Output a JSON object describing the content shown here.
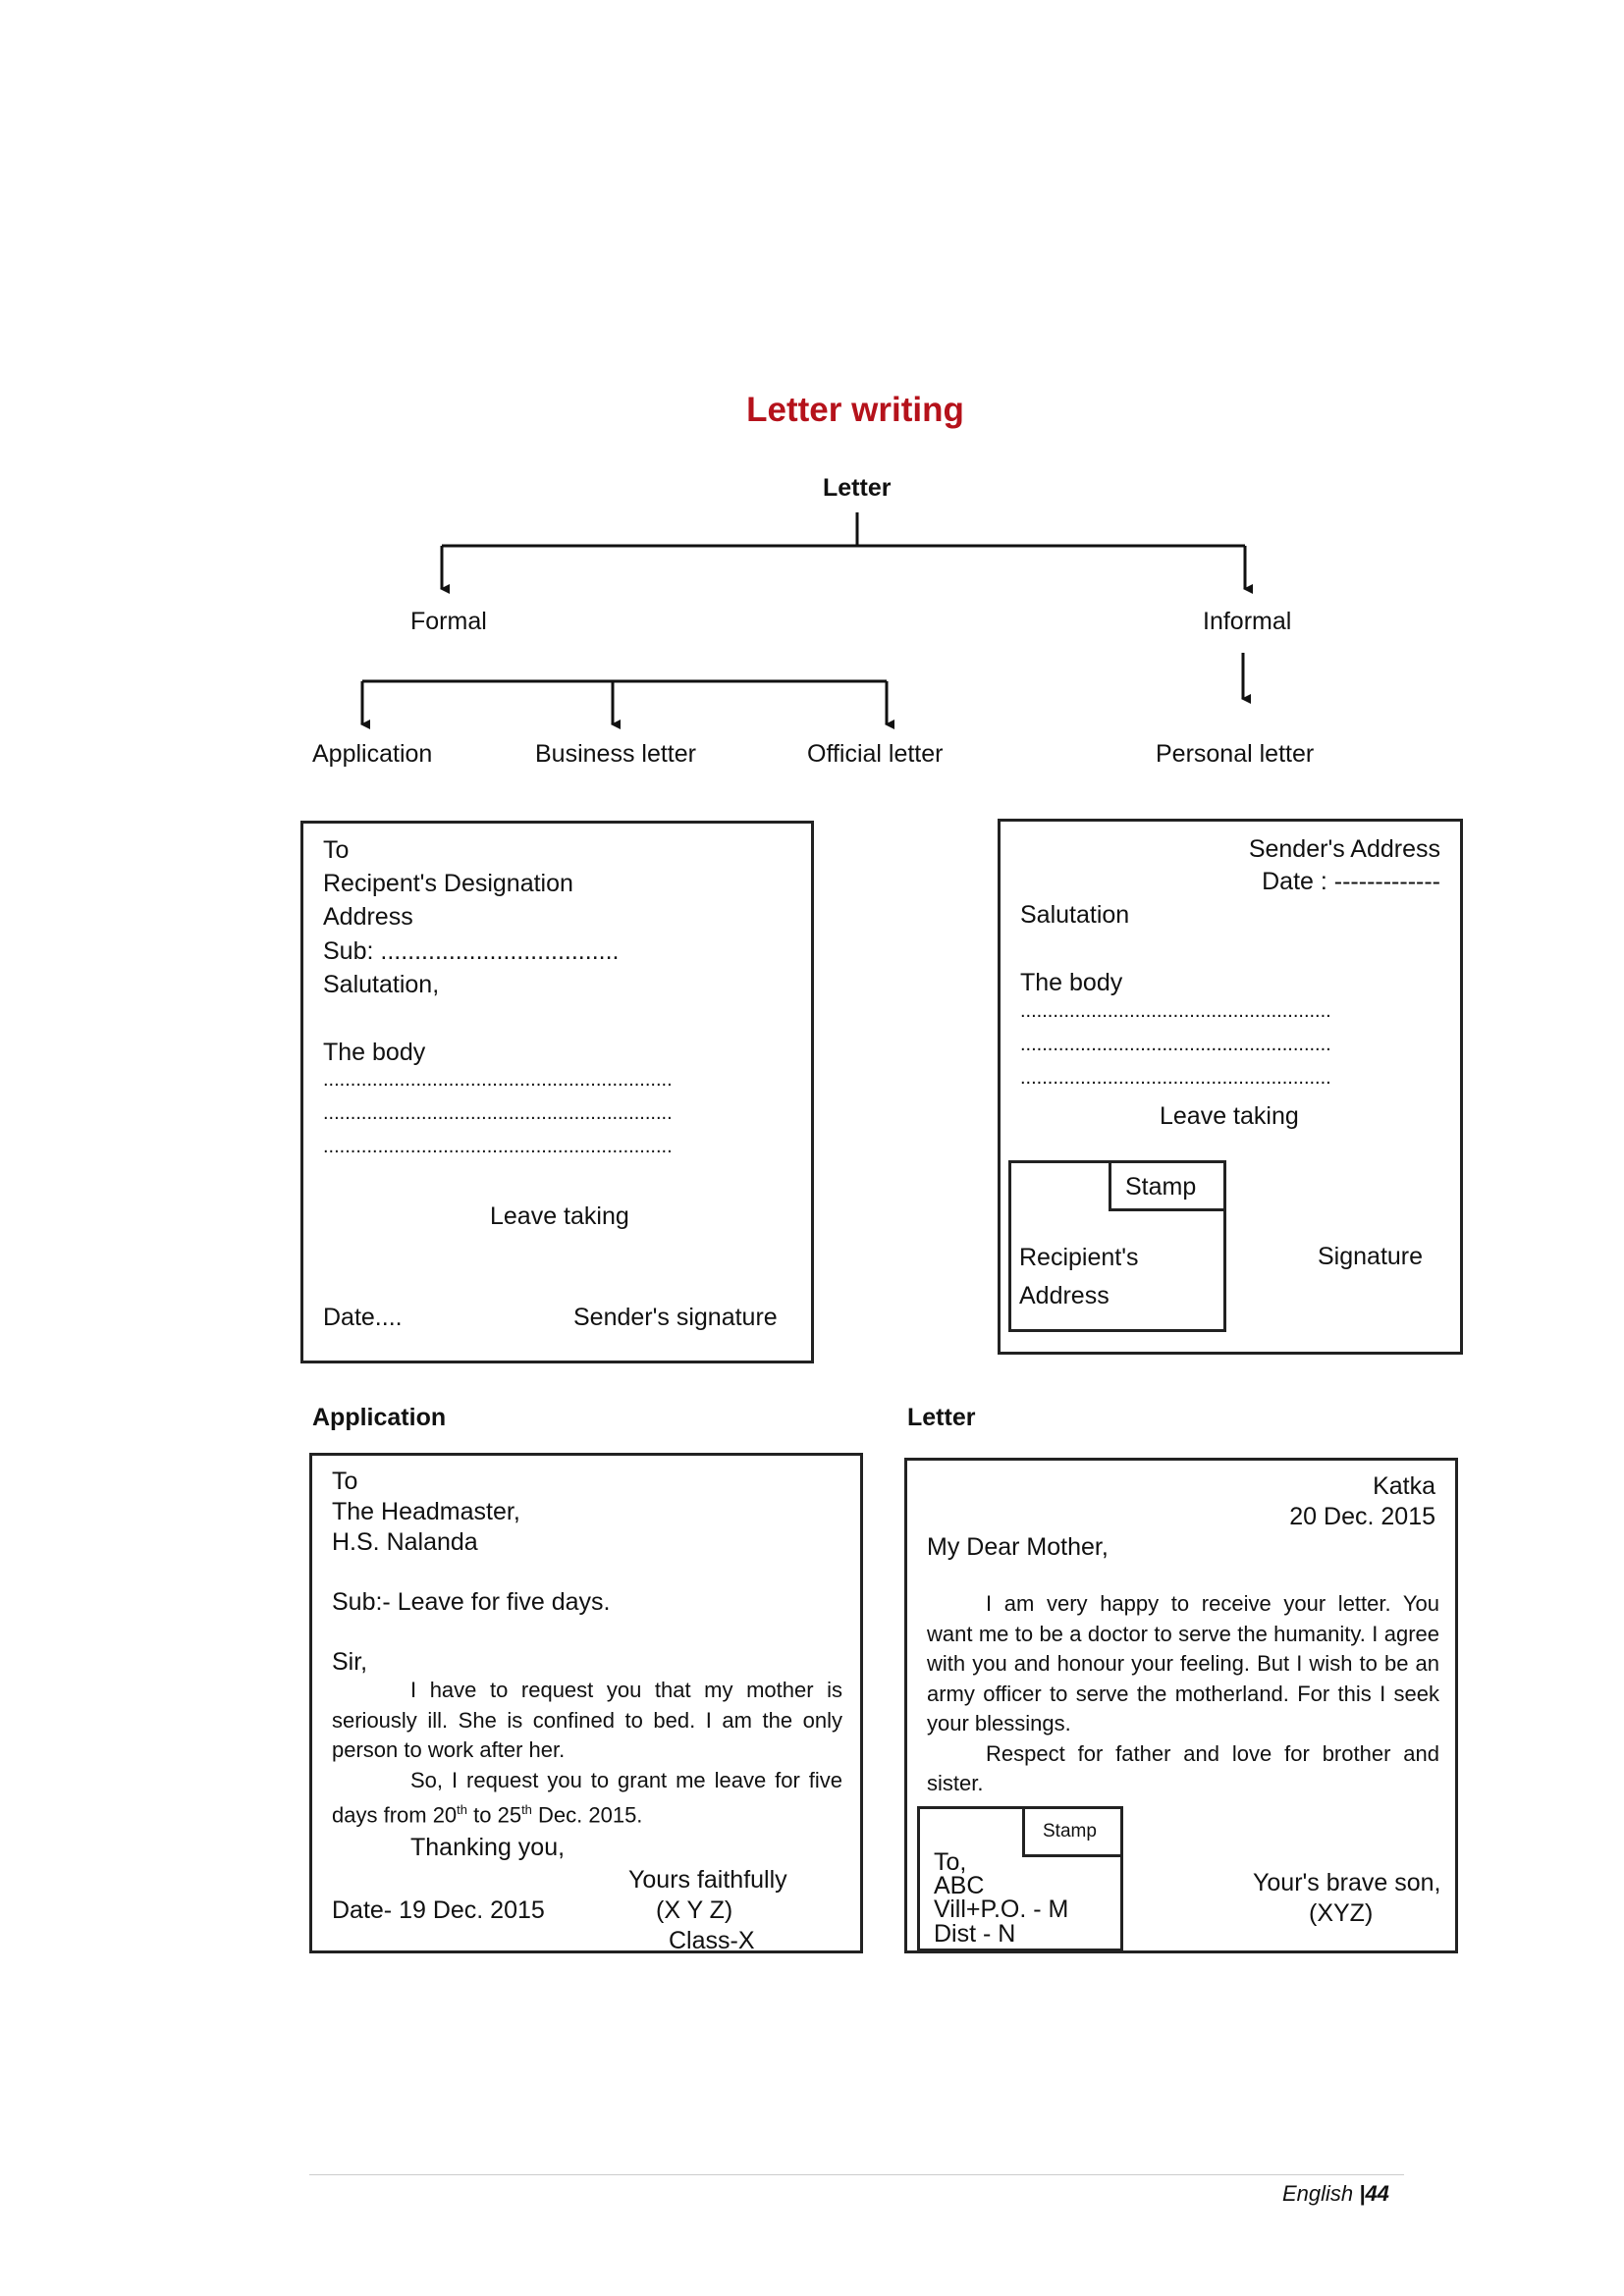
{
  "page": {
    "title": "Letter writing",
    "footer": {
      "subject": "English",
      "separator": " |",
      "page_number": "44"
    }
  },
  "tree": {
    "root": "Letter",
    "formal": "Formal",
    "informal": "Informal",
    "application": "Application",
    "business": "Business letter",
    "official": "Official letter",
    "personal": "Personal letter"
  },
  "formal_format": {
    "to": "To",
    "designation": "Recipent's Designation",
    "address": "Address",
    "sub": "Sub: ...................................",
    "salutation": "Salutation,",
    "body": "The body",
    "dots": "................................................................",
    "leave_taking": "Leave taking",
    "date": "Date....",
    "signature": "Sender's signature"
  },
  "informal_format": {
    "sender_address": "Sender's Address",
    "date": "Date : -------------",
    "salutation": "Salutation",
    "body": "The body",
    "dots": ".........................................................",
    "leave_taking": "Leave taking",
    "stamp": "Stamp",
    "recipient_line1": "Recipient's",
    "recipient_line2": "Address",
    "signature": "Signature"
  },
  "application_example": {
    "heading": "Application",
    "to": "To",
    "recipient": "The Headmaster,",
    "school": "H.S. Nalanda",
    "subject": "Sub:- Leave for five days.",
    "salutation": "Sir,",
    "para1": "I have to request you that my mother is seriously ill. She is confined to bed. I am the only person to work after her.",
    "para2_a": "So, I request you to grant me leave for five days from 20",
    "sup1": "th",
    "para2_b": " to 25",
    "sup2": "th",
    "para2_c": " Dec. 2015.",
    "thanks": "Thanking you,",
    "closing": "Yours faithfully",
    "date": "Date- 19 Dec. 2015",
    "name": "(X Y Z)",
    "class": "Class-X"
  },
  "letter_example": {
    "heading": "Letter",
    "place": "Katka",
    "date": "20 Dec. 2015",
    "salutation": "My Dear Mother,",
    "para1": "I am very happy to receive your letter. You want me to be a doctor to serve the humanity. I agree with you and honour your feeling.  But I wish to be an army officer to serve the motherland. For this I seek your blessings.",
    "para2": "Respect for father and love for brother and sister.",
    "stamp": "Stamp",
    "addr1": "To,",
    "addr2": "ABC",
    "addr3": "Vill+P.O. - M",
    "addr4": "Dist - N",
    "closing": "Your's brave son,",
    "name": "(XYZ)"
  }
}
